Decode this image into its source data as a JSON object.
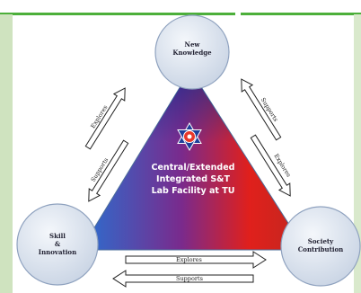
{
  "nodes": {
    "top": "New\nKnowledge",
    "left": "Skill\n&\nInnovation",
    "right": "Society\nContribution"
  },
  "center": {
    "line1": "Central/Extended",
    "line2": "Integrated S&T",
    "line3": "Lab Facility at TU"
  },
  "arrows": {
    "left_explore": "Explores",
    "left_support": "Supports",
    "right_support": "Supports",
    "right_explore": "Explores",
    "bottom_explore": "Explores",
    "bottom_support": "Supports"
  },
  "colors": {
    "green_bar": "#4caf3a",
    "triangle_blue": "#1f5fbf",
    "triangle_red": "#e0201c",
    "node_fill": "#dfe7f2"
  }
}
